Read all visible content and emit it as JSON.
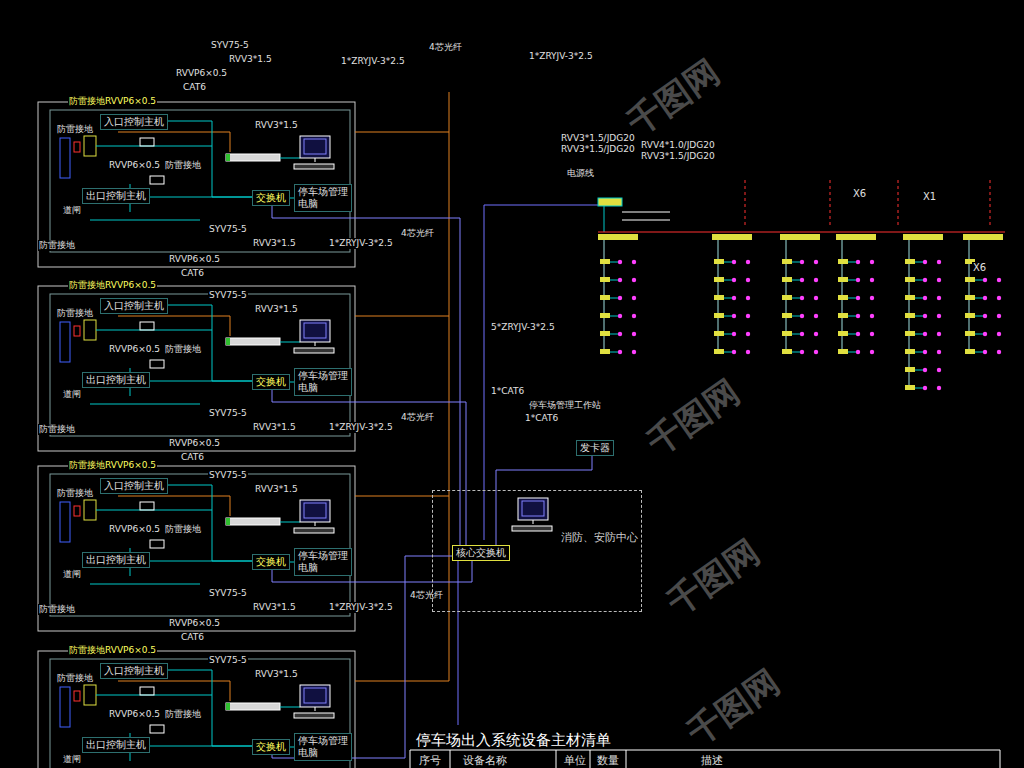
{
  "diagram": {
    "nodes": [
      {
        "text": [
          "入口控制主机"
        ]
      },
      {
        "text": [
          "出口控制主机"
        ]
      },
      {
        "text": [
          "交换机"
        ]
      },
      {
        "text": [
          "停车场管理电脑"
        ]
      },
      {
        "text": [
          "入口控制主机"
        ]
      },
      {
        "text": [
          "出口控制主机"
        ]
      },
      {
        "text": [
          "交换机"
        ]
      },
      {
        "text": [
          "停车场管理电脑"
        ]
      },
      {
        "text": [
          "入口控制主机"
        ]
      },
      {
        "text": [
          "出口控制主机"
        ]
      },
      {
        "text": [
          "交换机"
        ]
      },
      {
        "text": [
          "停车场管理电脑"
        ]
      },
      {
        "text": [
          "入口控制主机"
        ]
      },
      {
        "text": [
          "出口控制主机"
        ]
      },
      {
        "text": [
          "交换机"
        ]
      },
      {
        "text": [
          "停车场管理电脑"
        ]
      },
      {
        "text": [
          "消防、安防中心"
        ]
      },
      {
        "text": [
          "核心交换机"
        ],
        "in": 16
      },
      {
        "text": [
          "发卡器"
        ]
      }
    ],
    "edges": [
      {
        "from": 0,
        "to": 2,
        "arrow": "none"
      },
      {
        "from": 1,
        "to": 2,
        "arrow": "none"
      },
      {
        "from": 2,
        "to": 3,
        "arrow": "none"
      },
      {
        "from": 2,
        "to": 17,
        "arrow": "none"
      },
      {
        "from": 4,
        "to": 6,
        "arrow": "none"
      },
      {
        "from": 5,
        "to": 6,
        "arrow": "none"
      },
      {
        "from": 6,
        "to": 7,
        "arrow": "none"
      },
      {
        "from": 6,
        "to": 17,
        "arrow": "none"
      },
      {
        "from": 8,
        "to": 10,
        "arrow": "none"
      },
      {
        "from": 9,
        "to": 10,
        "arrow": "none"
      },
      {
        "from": 10,
        "to": 11,
        "arrow": "none"
      },
      {
        "from": 10,
        "to": 17,
        "arrow": "none"
      },
      {
        "from": 12,
        "to": 14,
        "arrow": "none"
      },
      {
        "from": 13,
        "to": 14,
        "arrow": "none"
      },
      {
        "from": 14,
        "to": 15,
        "arrow": "none"
      },
      {
        "from": 14,
        "to": 17,
        "arrow": "none"
      },
      {
        "from": 17,
        "to": 18,
        "arrow": "none"
      }
    ],
    "labels": [
      "SYV75-5",
      "RVV3*1.5",
      "RVVP6×0.5",
      "CAT6",
      "4芯光纤",
      "1*ZRYJV-3*2.5",
      "1*ZRYJV-3*2.5",
      "防雷接地RVVP6×0.5",
      "RVV3*1.5",
      "防雷接地",
      "RVVP6×0.5",
      "防雷接地",
      "道闸",
      "SYV75-5",
      "RVV3*1.5",
      "1*ZRYJV-3*2.5",
      "防雷接地",
      "RVVP6×0.5",
      "CAT6",
      "4芯光纤",
      "防雷接地RVVP6×0.5",
      "SYV75-5",
      "RVV3*1.5",
      "防雷接地",
      "RVVP6×0.5",
      "防雷接地",
      "道闸",
      "SYV75-5",
      "RVV3*1.5",
      "1*ZRYJV-3*2.5",
      "防雷接地",
      "RVVP6×0.5",
      "CAT6",
      "4芯光纤",
      "5*ZRYJV-3*2.5",
      "1*CAT6",
      "停车场管理工作站",
      "1*CAT6",
      "防雷接地RVVP6×0.5",
      "SYV75-5",
      "RVV3*1.5",
      "防雷接地",
      "RVVP6×0.5",
      "防雷接地",
      "道闸",
      "SYV75-5",
      "RVV3*1.5",
      "1*ZRYJV-3*2.5",
      "防雷接地",
      "RVVP6×0.5",
      "CAT6",
      "4芯光纤",
      "防雷接地RVVP6×0.5",
      "SYV75-5",
      "RVV3*1.5",
      "防雷接地",
      "RVVP6×0.5",
      "防雷接地",
      "道闸",
      "RVV3*1.5/JDG20",
      "RVV3*1.5/JDG20",
      "电源线",
      "RVV4*1.0/JDG20",
      "RVV3*1.5/JDG20",
      "X6",
      "X1",
      "X6",
      "停车场出入系统设备主材清单",
      "序号",
      "设备名称",
      "单位",
      "数量",
      "描述",
      "千图网",
      "千图网",
      "千图网",
      "千图网"
    ]
  }
}
